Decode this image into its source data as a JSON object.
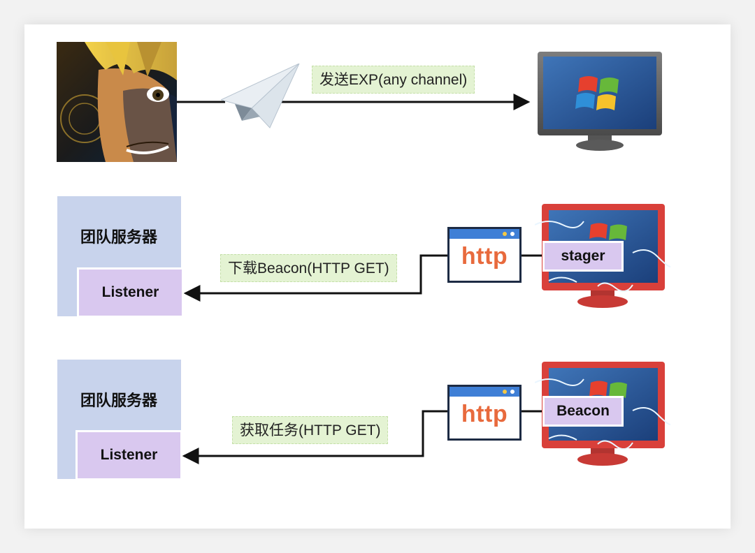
{
  "row1": {
    "arrow_label": "发送EXP(any channel)"
  },
  "row2": {
    "server_title": "团队服务器",
    "listener": "Listener",
    "arrow_label": "下载Beacon(HTTP GET)",
    "http": "http",
    "tag": "stager"
  },
  "row3": {
    "server_title": "团队服务器",
    "listener": "Listener",
    "arrow_label": "获取任务(HTTP GET)",
    "http": "http",
    "tag": "Beacon"
  },
  "colors": {
    "server_bg": "#c8d3ec",
    "listener_bg": "#d9c8ef",
    "label_bg": "#e4f3d3",
    "http_text": "#e86a3d",
    "http_bar": "#3f7fd6",
    "infected_monitor": "#d9403a"
  },
  "icons": [
    "hacker-avatar-icon",
    "paper-plane-icon",
    "windows-monitor-icon",
    "infected-windows-monitor-icon",
    "http-window-icon"
  ]
}
